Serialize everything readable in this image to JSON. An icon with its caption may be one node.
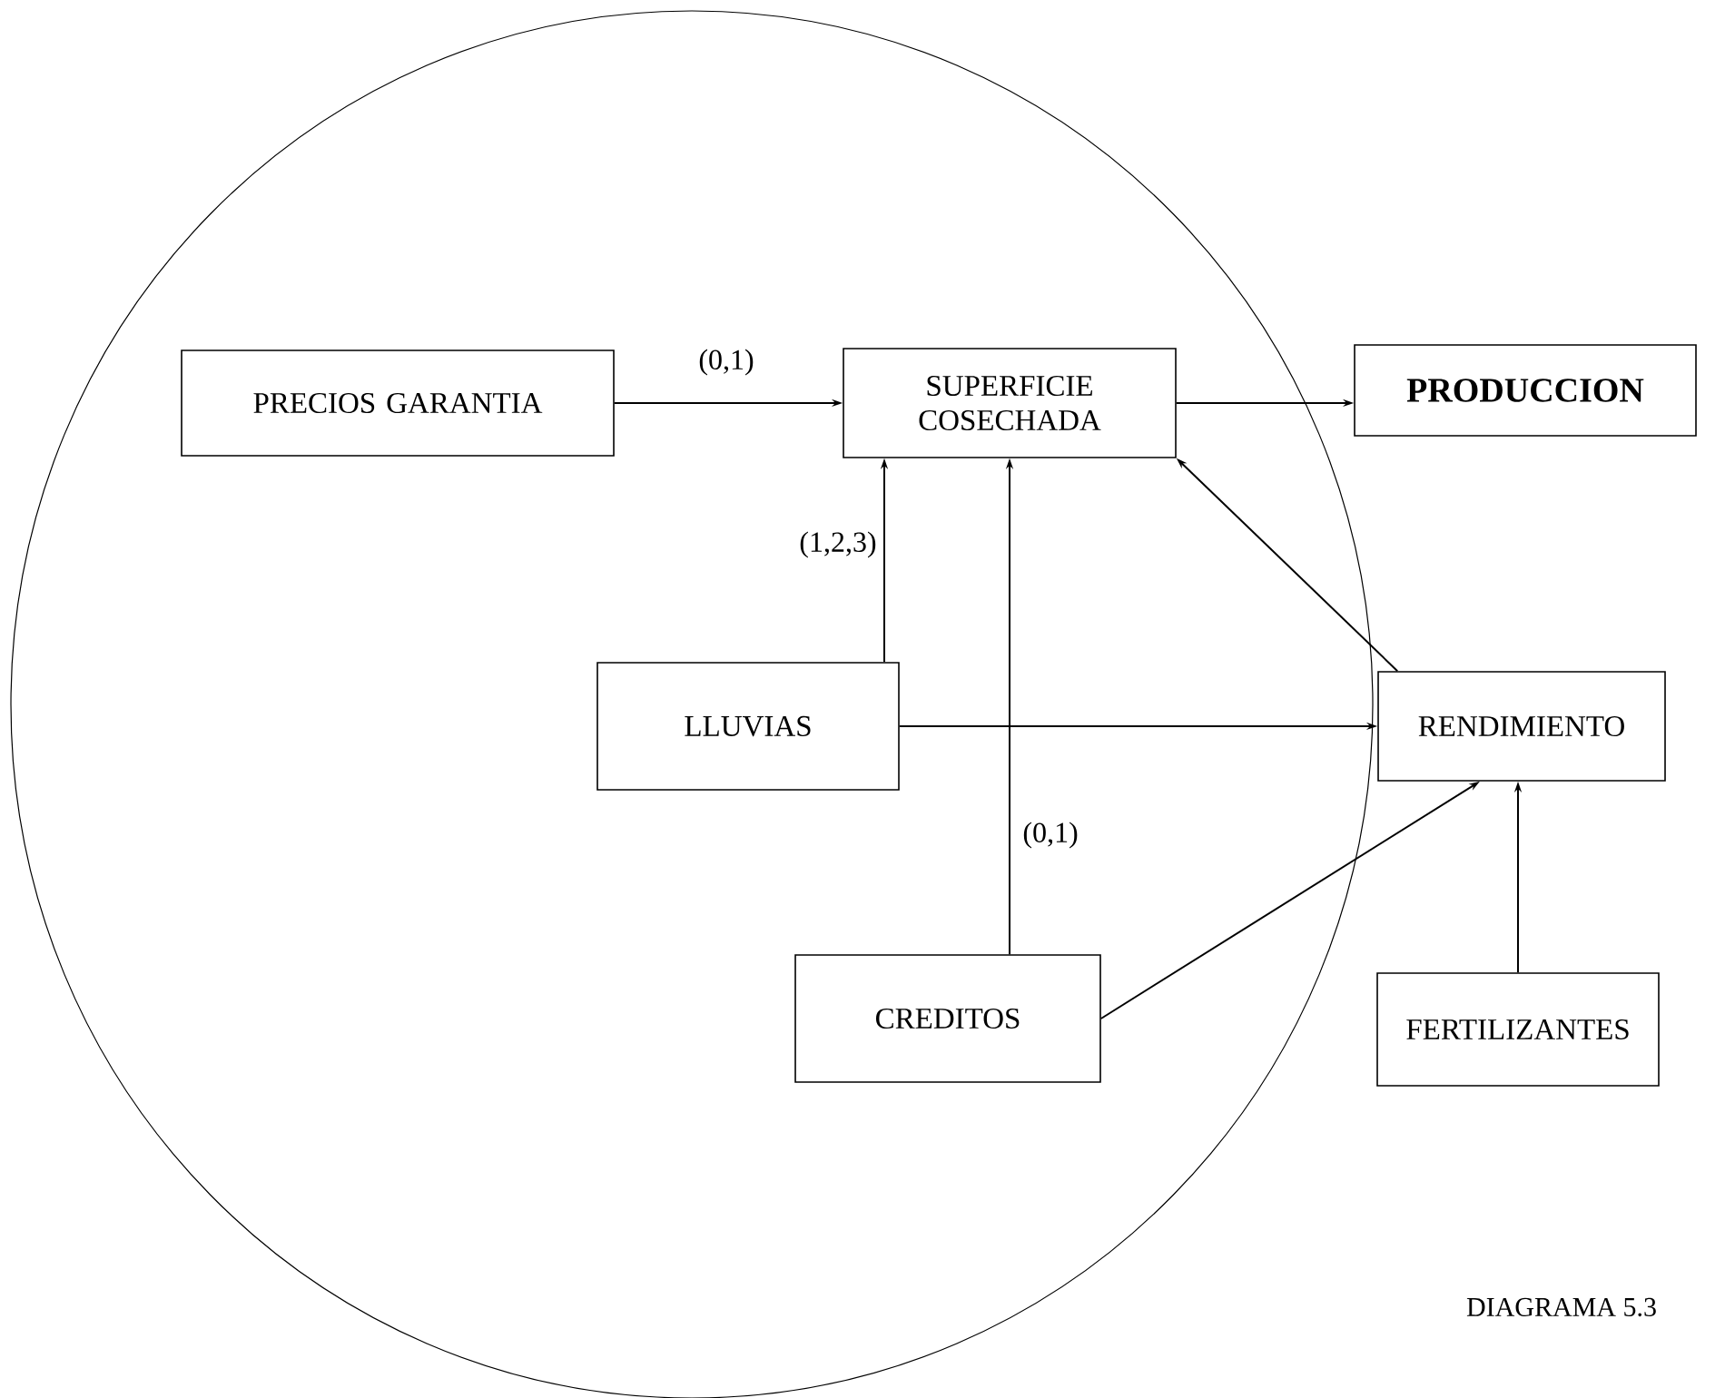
{
  "diagram": {
    "nodes": [
      {
        "text": [
          "PRECIOS GARANTIA"
        ]
      },
      {
        "text": [
          "SUPERFICIE COSECHADA"
        ]
      },
      {
        "text": [
          "**PRODUCCION**"
        ]
      },
      {
        "text": [
          "LLUVIAS"
        ]
      },
      {
        "text": [
          "RENDIMIENTO"
        ]
      },
      {
        "text": [
          "CREDITOS"
        ]
      },
      {
        "text": [
          "FERTILIZANTES"
        ]
      }
    ],
    "edges": [
      {
        "from": 0,
        "to": 1,
        "arrow": "to",
        "label": "(0,1)"
      },
      {
        "from": 1,
        "to": 2,
        "arrow": "to"
      },
      {
        "from": 4,
        "to": 1,
        "arrow": "to"
      },
      {
        "from": 3,
        "to": 1,
        "arrow": "to",
        "label": "(1,2,3)"
      },
      {
        "from": 5,
        "to": 1,
        "arrow": "to",
        "label": "(0,1)"
      },
      {
        "from": 3,
        "to": 4,
        "arrow": "to"
      },
      {
        "from": 5,
        "to": 4,
        "arrow": "to"
      },
      {
        "from": 6,
        "to": 4,
        "arrow": "to"
      }
    ],
    "labels": [
      "DIAGRAMA 5.3"
    ]
  }
}
